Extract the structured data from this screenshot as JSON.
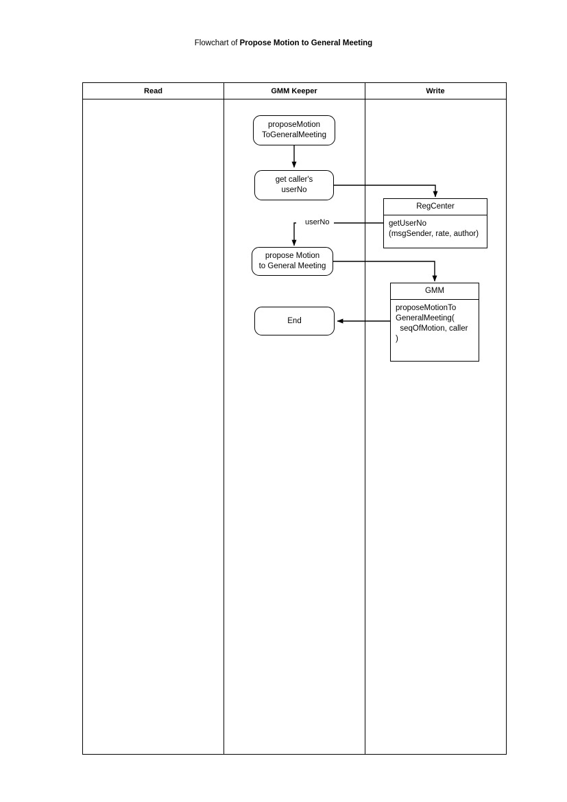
{
  "title": {
    "prefix": "Flowchart of ",
    "subject": "Propose Motion to General Meeting"
  },
  "swimlanes": {
    "headers": [
      {
        "label": "Read",
        "name": "lane-header-read"
      },
      {
        "label": "GMM Keeper",
        "name": "lane-header-gmm-keeper"
      },
      {
        "label": "Write",
        "name": "lane-header-write"
      }
    ]
  },
  "nodes": {
    "start": {
      "label": "proposeMotion\nToGeneralMeeting",
      "lane": "GMM Keeper",
      "shape": "rounded-rectangle"
    },
    "get_caller_userno": {
      "label": "get caller's\nuserNo",
      "lane": "GMM Keeper",
      "shape": "rounded-rectangle"
    },
    "propose_motion": {
      "label": "propose Motion\nto General Meeting",
      "lane": "GMM Keeper",
      "shape": "rounded-rectangle"
    },
    "end": {
      "label": "End",
      "lane": "GMM Keeper",
      "shape": "rounded-rectangle"
    },
    "regcenter": {
      "header": "RegCenter",
      "body": "getUserNo\n(msgSender, rate, author)",
      "lane": "Write",
      "shape": "class-box"
    },
    "gmm": {
      "header": "GMM",
      "body": "proposeMotionTo\nGeneralMeeting(\n  seqOfMotion, caller\n)",
      "lane": "Write",
      "shape": "class-box"
    }
  },
  "edges": [
    {
      "from": "start",
      "to": "get_caller_userno",
      "label": ""
    },
    {
      "from": "get_caller_userno",
      "to": "regcenter",
      "label": ""
    },
    {
      "from": "regcenter",
      "to": "propose_motion",
      "label": "userNo"
    },
    {
      "from": "propose_motion",
      "to": "gmm",
      "label": ""
    },
    {
      "from": "gmm",
      "to": "end",
      "label": ""
    }
  ],
  "colors": {
    "stroke": "#000000",
    "background": "#ffffff"
  }
}
